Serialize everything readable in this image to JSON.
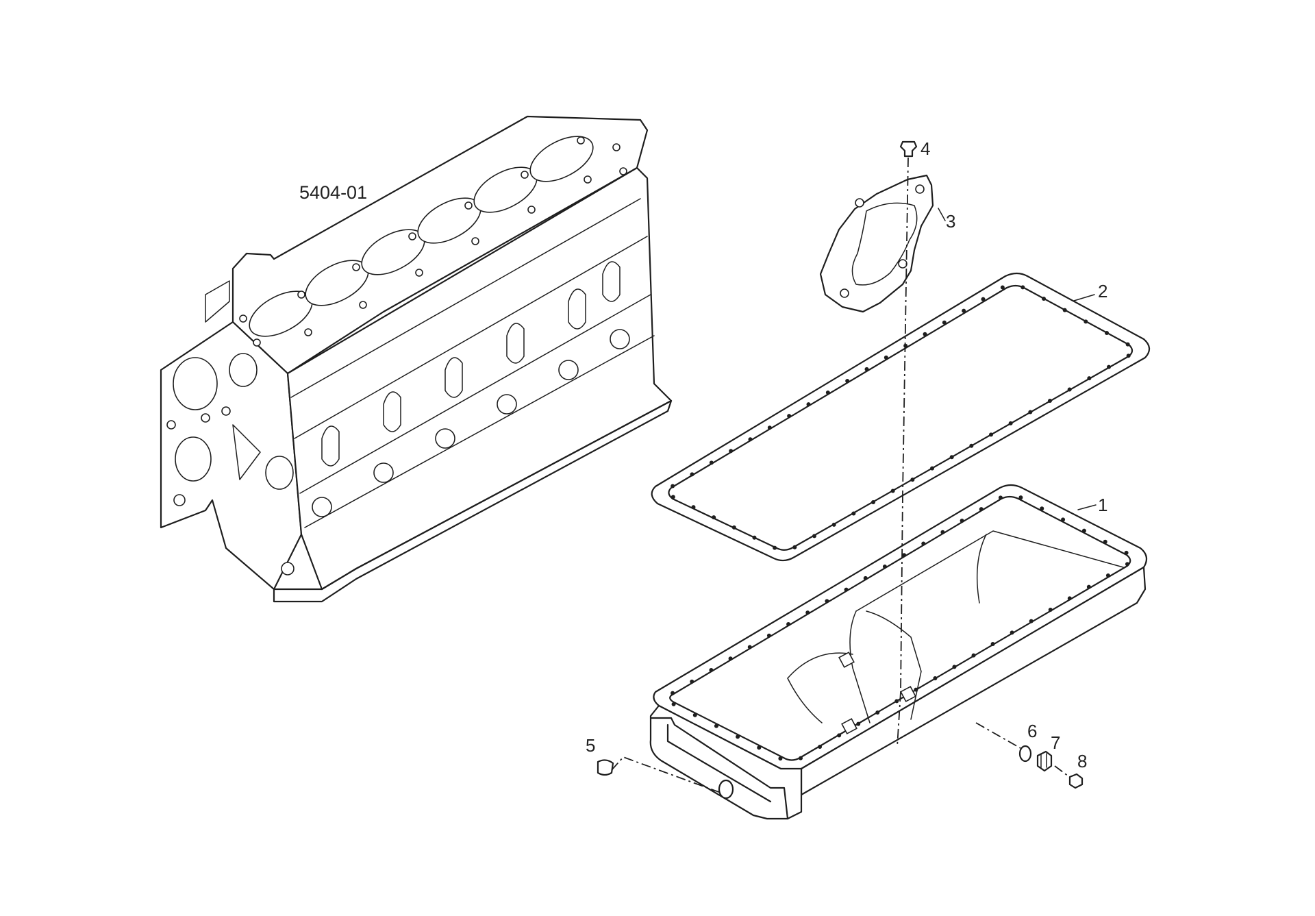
{
  "diagram": {
    "reference_code": "5404-01",
    "parts": [
      {
        "label": "1",
        "icon": "oil-sump-icon"
      },
      {
        "label": "2",
        "icon": "sump-gasket-icon"
      },
      {
        "label": "3",
        "icon": "pump-gasket-icon"
      },
      {
        "label": "4",
        "icon": "bolt-icon"
      },
      {
        "label": "5",
        "icon": "plug-icon"
      },
      {
        "label": "6",
        "icon": "washer-icon"
      },
      {
        "label": "7",
        "icon": "plug-icon"
      },
      {
        "label": "8",
        "icon": "cap-nut-icon"
      }
    ],
    "line_color": "#1e1e1e",
    "background": "#ffffff"
  }
}
